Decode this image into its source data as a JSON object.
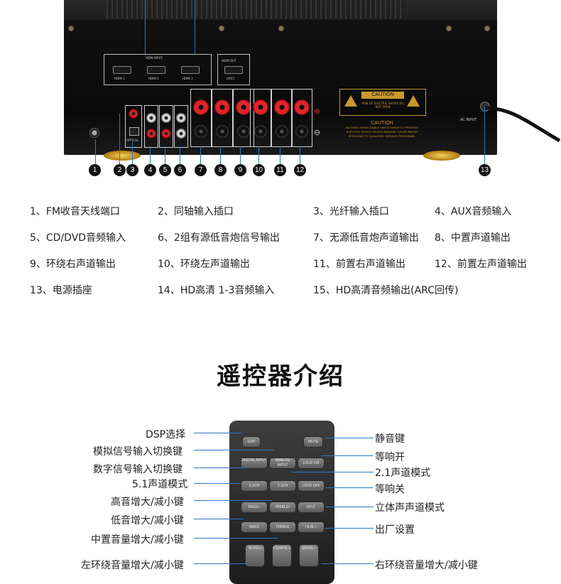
{
  "amp": {
    "hdmi_input_label": "HDMI INPUT",
    "hdmi_ports": [
      "HDMI 1",
      "HDMI 2",
      "HDMI 3"
    ],
    "hdmi_out_label": "HDMI OUT",
    "hdmi_out_sub": "(ARC)",
    "caution_title": "CAUTION",
    "caution_warn": "RISK OF ELECTRIC SHOCK DO NOT OPEN",
    "caution_body_title": "CAUTION",
    "caution_body": "NO USER-SERVICEABLE PARTS INSIDE TO PREVENT ELECTRIC SHOCK DO NOT REMOVE COVER REFER SERVICING TO QUALIFIED SERVICE PERSONNEL",
    "ac_input": "AC INPUT",
    "optical": "OPTICAL",
    "callouts": [
      "1",
      "2",
      "3",
      "4",
      "5",
      "6",
      "7",
      "8",
      "9",
      "10",
      "11",
      "12",
      "13"
    ]
  },
  "legend": [
    "1、FM收音天线端口",
    "2、同轴输入插口",
    "3、光纤输入插口",
    "4、AUX音频输入",
    "5、CD/DVD音频输入",
    "6、2组有源低音炮信号输出",
    "7、无源低音炮声道输出",
    "8、中置声道输出",
    "9、环绕右声道输出",
    "10、环绕左声道输出",
    "11、前置右声道输出",
    "12、前置左声道输出",
    "13、电源插座",
    "14、HD高清 1-3音频输入",
    "15、HD高清音频输出(ARC回传)"
  ],
  "remote_title": "遥控器介绍",
  "remote": {
    "buttons": {
      "dsp": "DSP",
      "mute": "MUTE",
      "digital": "DIGITAL INPUT",
      "analog": "ANALOG INPUT",
      "loud_on": "LOUD ON",
      "s51": "5.1CH",
      "s21": "2.1CH",
      "loud_off": "LOUD OFF",
      "bass_up": "BASS+",
      "treble_up": "TREBLE+",
      "dflt": "DFLT",
      "bass": "BASS",
      "treble": "TREBLE",
      "hlsl": "HLSL+",
      "slvol": "SLVOL+",
      "cenvol": "CENVOL+",
      "srvol": "SRVOL+"
    },
    "left_labels": [
      "DSP选择",
      "模拟信号输入切换键",
      "数字信号输入切换键",
      "5.1声道模式",
      "高音增大/减小键",
      "低音增大/减小键",
      "中置音量增大/减小键",
      "左环绕音量增大/减小键"
    ],
    "right_labels": [
      "静音键",
      "等响开",
      "2.1声道模式",
      "等响关",
      "立体声声道模式",
      "出厂设置",
      "右环绕音量增大/减小键"
    ]
  },
  "colors": {
    "accent": "#2a78c7",
    "speaker_red": "#e0242a",
    "caution_gold": "#c8992e"
  }
}
